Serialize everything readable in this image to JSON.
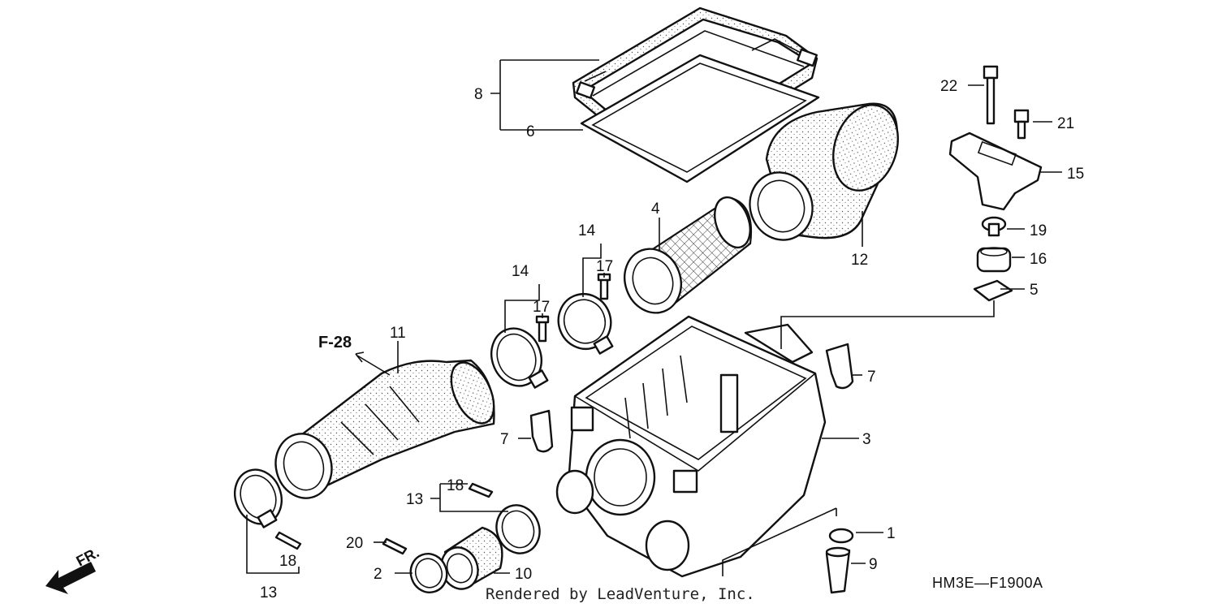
{
  "diagram": {
    "callouts": [
      {
        "id": "c8",
        "label": "8"
      },
      {
        "id": "c6",
        "label": "6"
      },
      {
        "id": "c22",
        "label": "22"
      },
      {
        "id": "c21",
        "label": "21"
      },
      {
        "id": "c15",
        "label": "15"
      },
      {
        "id": "c19",
        "label": "19"
      },
      {
        "id": "c16",
        "label": "16"
      },
      {
        "id": "c5",
        "label": "5"
      },
      {
        "id": "c4",
        "label": "4"
      },
      {
        "id": "c12",
        "label": "12"
      },
      {
        "id": "c14a",
        "label": "14"
      },
      {
        "id": "c14b",
        "label": "14"
      },
      {
        "id": "c17a",
        "label": "17"
      },
      {
        "id": "c17b",
        "label": "17"
      },
      {
        "id": "c11",
        "label": "11"
      },
      {
        "id": "c7a",
        "label": "7"
      },
      {
        "id": "c7b",
        "label": "7"
      },
      {
        "id": "c3",
        "label": "3"
      },
      {
        "id": "c13a",
        "label": "13"
      },
      {
        "id": "c13b",
        "label": "13"
      },
      {
        "id": "c18a",
        "label": "18"
      },
      {
        "id": "c18b",
        "label": "18"
      },
      {
        "id": "c20",
        "label": "20"
      },
      {
        "id": "c2",
        "label": "2"
      },
      {
        "id": "c10",
        "label": "10"
      },
      {
        "id": "c1",
        "label": "1"
      },
      {
        "id": "c9",
        "label": "9"
      }
    ],
    "reference": "F-28",
    "front_label": "FR.",
    "diagram_code": "HM3E—F1900A",
    "credit": "Rendered by LeadVenture, Inc."
  }
}
